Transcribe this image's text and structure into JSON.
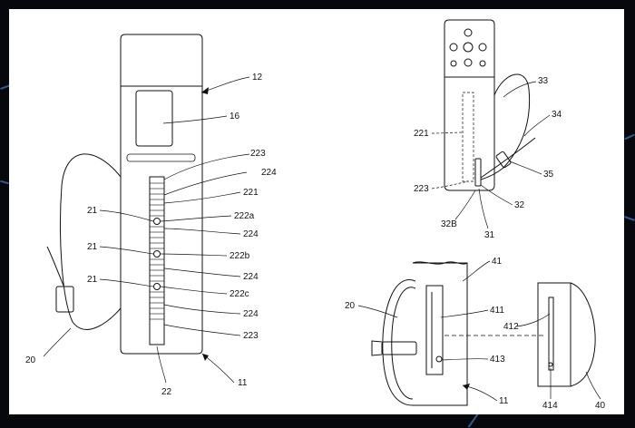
{
  "labels": {
    "fig1": {
      "l12": "12",
      "l16": "16",
      "l223_top": "223",
      "l224_1": "224",
      "l221": "221",
      "l222a": "222a",
      "l21_1": "21",
      "l224_2": "224",
      "l21_2": "21",
      "l222b": "222b",
      "l224_3": "224",
      "l21_3": "21",
      "l222c": "222c",
      "l224_4": "224",
      "l223_bot": "223",
      "l20": "20",
      "l22": "22",
      "l11": "11"
    },
    "fig2": {
      "l33": "33",
      "l34": "34",
      "l221": "221",
      "l35": "35",
      "l223": "223",
      "l32": "32",
      "l32b": "32B",
      "l31": "31"
    },
    "fig3": {
      "l41": "41",
      "l20": "20",
      "l411": "411",
      "l412": "412",
      "l413": "413",
      "l11": "11",
      "l414": "414",
      "l40": "40"
    }
  }
}
